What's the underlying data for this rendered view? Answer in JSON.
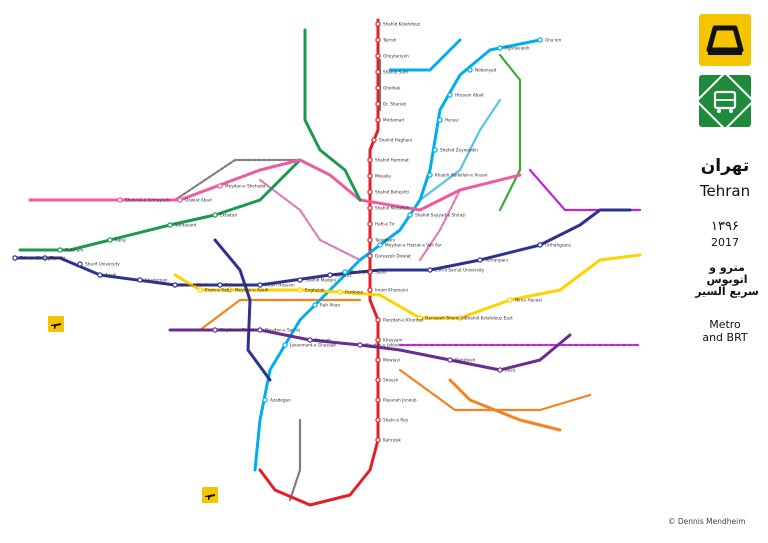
{
  "legend": {
    "title_fa": "تهران",
    "title_en": "Tehran",
    "year_fa": "۱۳۹۶",
    "year_en": "2017",
    "subtitle_fa": [
      "مترو و",
      "اتوبوس",
      "سریع السیر"
    ],
    "subtitle_en": [
      "Metro",
      "and BRT"
    ],
    "credit": "© Dennis Mendheim"
  },
  "colors": {
    "line1": "#e31e24",
    "line2": "#2e3192",
    "line3": "#00aeef",
    "line4": "#ffd200",
    "line5": "#1a9b4b",
    "line6": "#f15a9e",
    "line7": "#6a2c91",
    "brt_orange": "#f58220",
    "brt_green": "#3aaa35",
    "brt_gray": "#7f7f7f",
    "brt_purple": "#c026d3",
    "brt_lightblue": "#5bc2e7",
    "metro_logo_bg": "#f5c400",
    "brt_logo_bg": "#1f8a3b"
  },
  "stations": [
    {
      "name": "Shahid Kolahdouz",
      "line": "line1"
    },
    {
      "name": "Tajrish",
      "line": "line1"
    },
    {
      "name": "Gheytariyeh",
      "line": "line1"
    },
    {
      "name": "Shahid Sadr",
      "line": "line1"
    },
    {
      "name": "Gholhak",
      "line": "line1"
    },
    {
      "name": "Dr. Shariati",
      "line": "line1"
    },
    {
      "name": "Mirdamad",
      "line": "line1"
    },
    {
      "name": "Shahid Haghani",
      "line": "line1"
    },
    {
      "name": "Shahid Hemmat",
      "line": "line1"
    },
    {
      "name": "Mosalla",
      "line": "line1"
    },
    {
      "name": "Shahid Beheshti",
      "line": "line1"
    },
    {
      "name": "Shahid Mofatteh",
      "line": "line1"
    },
    {
      "name": "Haft-e Tir",
      "line": "line1"
    },
    {
      "name": "Taleghani",
      "line": "line1"
    },
    {
      "name": "Darvazeh Dowlat",
      "line": "line1"
    },
    {
      "name": "Saadi",
      "line": "line1"
    },
    {
      "name": "Imam Khomeini",
      "line": "line1"
    },
    {
      "name": "Panzdah-e Khordad",
      "line": "line1"
    },
    {
      "name": "Khayyam",
      "line": "line1"
    },
    {
      "name": "Mowlavi",
      "line": "line1"
    },
    {
      "name": "Shoush",
      "line": "line1"
    },
    {
      "name": "Payaneh Jonoub",
      "line": "line1"
    },
    {
      "name": "Shahr-e Rey",
      "line": "line1"
    },
    {
      "name": "Kahrizak",
      "line": "line1"
    },
    {
      "name": "Tehran (Sadeghiyeh)",
      "line": "line2"
    },
    {
      "name": "Tarasht",
      "line": "line2"
    },
    {
      "name": "Sharif University",
      "line": "line2"
    },
    {
      "name": "Azadi",
      "line": "line2"
    },
    {
      "name": "Shademan",
      "line": "line2"
    },
    {
      "name": "Hassan Abad",
      "line": "line2"
    },
    {
      "name": "Baharestan",
      "line": "line2"
    },
    {
      "name": "Imam Hossein",
      "line": "line2"
    },
    {
      "name": "Shahid Madani",
      "line": "line2"
    },
    {
      "name": "Sarsabz",
      "line": "line2"
    },
    {
      "name": "Elm-o San'at University",
      "line": "line2"
    },
    {
      "name": "Tehranpars",
      "line": "line2"
    },
    {
      "name": "Farhangsara",
      "line": "line2"
    },
    {
      "name": "Gha'em",
      "line": "line3"
    },
    {
      "name": "Aghdasiyeh",
      "line": "line3"
    },
    {
      "name": "Nobonyad",
      "line": "line3"
    },
    {
      "name": "Hossein Abad",
      "line": "line3"
    },
    {
      "name": "Heravi",
      "line": "line3"
    },
    {
      "name": "Shahid Zeynoddin",
      "line": "line3"
    },
    {
      "name": "Khajeh Abdollah-e Ansari",
      "line": "line3"
    },
    {
      "name": "Shahid Sayyad-e Shirazi",
      "line": "line3"
    },
    {
      "name": "Meydan-e Hazrat-e Vali Asr",
      "line": "line3"
    },
    {
      "name": "Moniriyeh",
      "line": "line3"
    },
    {
      "name": "Rah Ahan",
      "line": "line3"
    },
    {
      "name": "Javanmard-e Ghassab",
      "line": "line3"
    },
    {
      "name": "Azadegan",
      "line": "line3"
    },
    {
      "name": "Eram-e Sabz",
      "line": "line4"
    },
    {
      "name": "Meydan-e Azadi",
      "line": "line4"
    },
    {
      "name": "Enghelab",
      "line": "line4"
    },
    {
      "name": "Ferdowsi",
      "line": "line4"
    },
    {
      "name": "Darvazeh Shemiran",
      "line": "line4"
    },
    {
      "name": "Shahid Kolahdouz East",
      "line": "line4"
    },
    {
      "name": "Nirou Havaei",
      "line": "line4"
    },
    {
      "name": "Golshahr",
      "line": "line5"
    },
    {
      "name": "Karaj",
      "line": "line5"
    },
    {
      "name": "Vardavard",
      "line": "line5"
    },
    {
      "name": "Ekbatan",
      "line": "line5"
    },
    {
      "name": "Shahrak-e Azmayesh",
      "line": "line6"
    },
    {
      "name": "Dowlat Abad",
      "line": "line6"
    },
    {
      "name": "Meydan-e Shohada",
      "line": "line6"
    },
    {
      "name": "Meydan-e Sanat",
      "line": "line7"
    },
    {
      "name": "Meydan-e San'at",
      "line": "line7"
    },
    {
      "name": "Navvab",
      "line": "line7"
    },
    {
      "name": "Meydan-e Jahad",
      "line": "line7"
    },
    {
      "name": "Mahdiyeh",
      "line": "line7"
    },
    {
      "name": "Basij",
      "line": "line7"
    }
  ],
  "icons": [
    "metro-logo-icon",
    "brt-logo-icon",
    "airplane-icon"
  ]
}
